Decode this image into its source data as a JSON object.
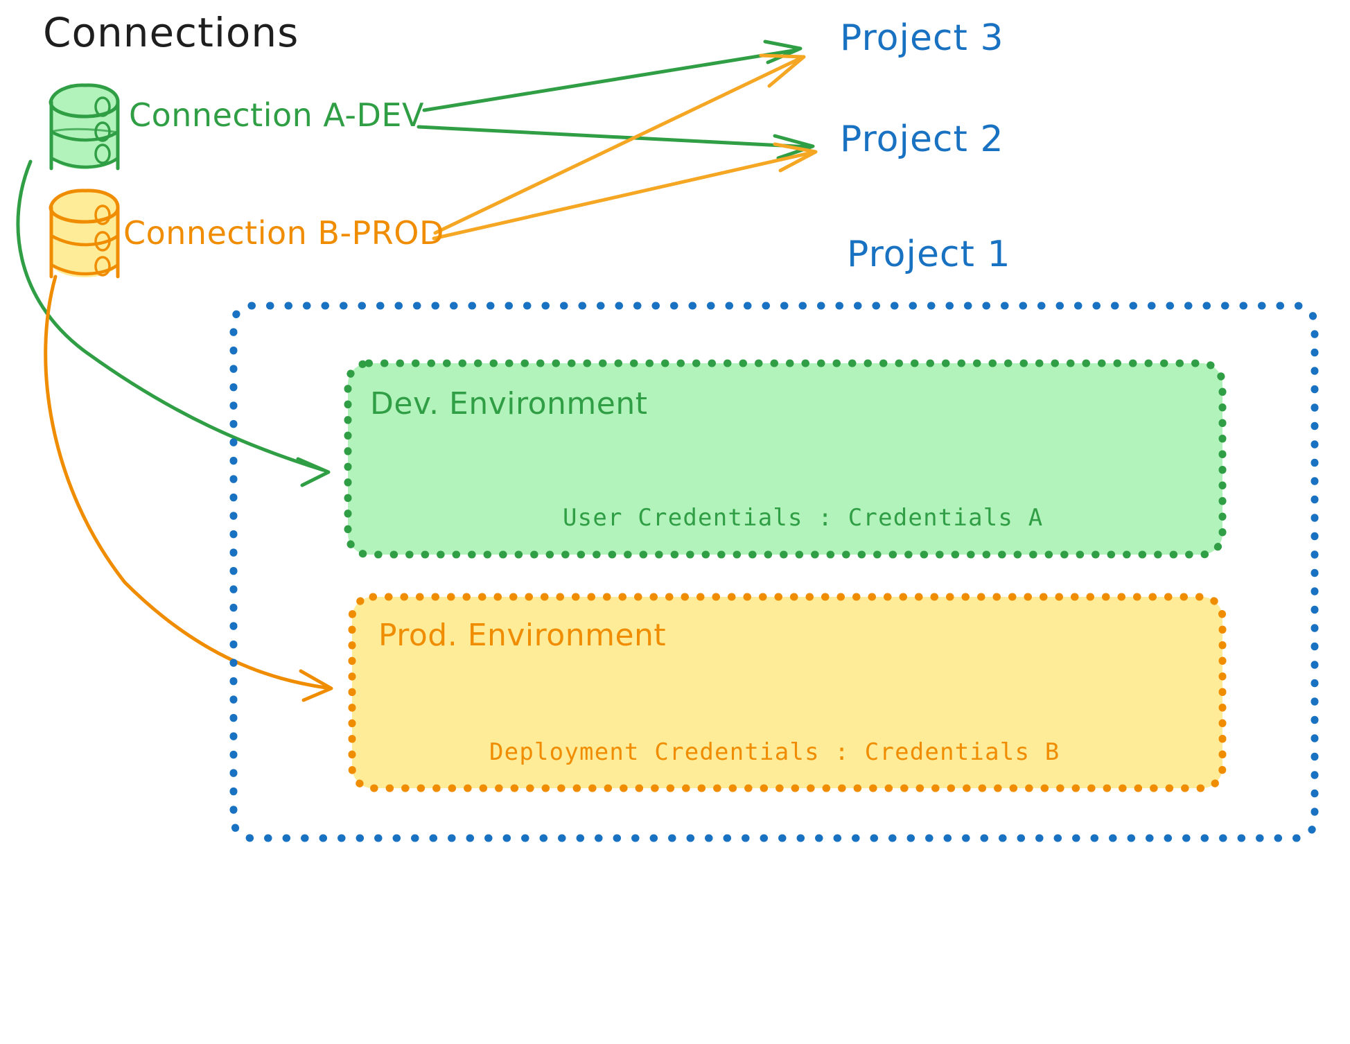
{
  "diagram": {
    "title": "Connections",
    "colors": {
      "green_stroke": "#2f9e44",
      "green_fill": "#b2f2bb",
      "orange_stroke": "#f08c00",
      "orange_fill": "#ffec99",
      "blue_stroke": "#1971c2",
      "black_text": "#1e1e1e",
      "background": "#ffffff"
    }
  },
  "connections": {
    "heading": "Connections",
    "items": [
      {
        "label": "Connection A-DEV",
        "color": "#2f9e44",
        "icon": "database-icon"
      },
      {
        "label": "Connection B-PROD",
        "color": "#f08c00",
        "icon": "database-icon"
      }
    ]
  },
  "projects": [
    {
      "label": "Project 3"
    },
    {
      "label": "Project 2"
    },
    {
      "label": "Project 1"
    }
  ],
  "project1": {
    "label": "Project 1",
    "environments": [
      {
        "title": "Dev. Environment",
        "credentials_line": "User Credentials : Credentials A",
        "credentials_key": "User Credentials",
        "credentials_value": "Credentials A",
        "color": "#2f9e44",
        "fill": "#b2f2bb"
      },
      {
        "title": "Prod. Environment",
        "credentials_line": "Deployment Credentials : Credentials B",
        "credentials_key": "Deployment Credentials",
        "credentials_value": "Credentials B",
        "color": "#f08c00",
        "fill": "#ffec99"
      }
    ]
  },
  "edges": [
    {
      "from": "Connection A-DEV",
      "to": "Project 3",
      "color": "#2f9e44"
    },
    {
      "from": "Connection A-DEV",
      "to": "Project 2",
      "color": "#2f9e44"
    },
    {
      "from": "Connection A-DEV",
      "to": "Dev. Environment",
      "color": "#2f9e44"
    },
    {
      "from": "Connection B-PROD",
      "to": "Project 3",
      "color": "#f08c00"
    },
    {
      "from": "Connection B-PROD",
      "to": "Project 2",
      "color": "#f08c00"
    },
    {
      "from": "Connection B-PROD",
      "to": "Prod. Environment",
      "color": "#f08c00"
    }
  ]
}
